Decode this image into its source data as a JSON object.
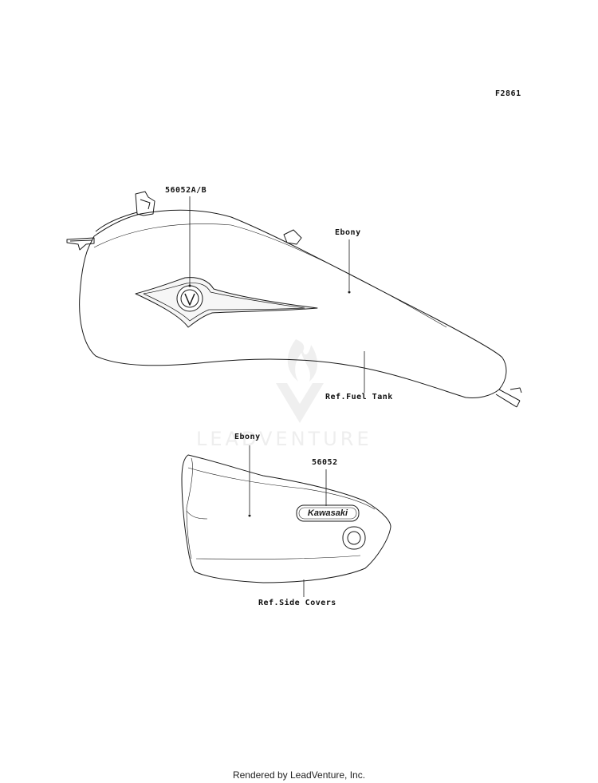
{
  "figure_code": "F2861",
  "labels": {
    "tank_emblem_part": "56052A/B",
    "tank_color": "Ebony",
    "tank_ref": "Ref.Fuel Tank",
    "cover_color": "Ebony",
    "cover_emblem_part": "56052",
    "cover_ref": "Ref.Side Covers"
  },
  "emblem": {
    "brand_text": "Kawasaki",
    "tank_badge_letter": "V"
  },
  "watermark": {
    "text": "LEADVENTURE",
    "icon": "flame-logo-icon",
    "color": "#eeeeee"
  },
  "footer": "Rendered by LeadVenture, Inc.",
  "colors": {
    "line": "#1a1a1a",
    "background": "#ffffff"
  }
}
